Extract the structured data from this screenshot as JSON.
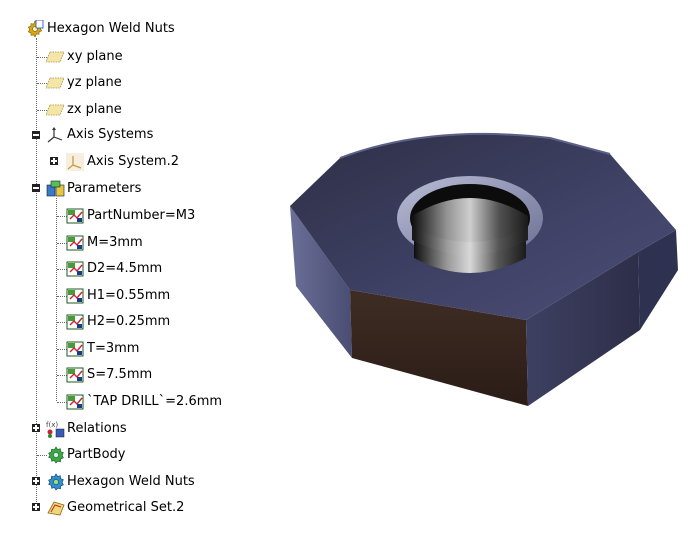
{
  "tree": {
    "root": {
      "label": "Hexagon Weld Nuts",
      "icon": "part-gear-icon"
    },
    "planes": [
      {
        "label": "xy plane",
        "icon": "plane-icon"
      },
      {
        "label": "yz plane",
        "icon": "plane-icon"
      },
      {
        "label": "zx plane",
        "icon": "plane-icon"
      }
    ],
    "axis_systems": {
      "label": "Axis Systems",
      "icon": "axis-systems-icon",
      "children": [
        {
          "label": "Axis System.2",
          "icon": "axis-system-icon"
        }
      ]
    },
    "parameters": {
      "label": "Parameters",
      "icon": "parameters-icon",
      "items": [
        {
          "label": "PartNumber=M3"
        },
        {
          "label": "M=3mm"
        },
        {
          "label": "D2=4.5mm"
        },
        {
          "label": "H1=0.55mm"
        },
        {
          "label": "H2=0.25mm"
        },
        {
          "label": "T=3mm"
        },
        {
          "label": "S=7.5mm"
        },
        {
          "label": "`TAP DRILL`=2.6mm"
        }
      ]
    },
    "relations": {
      "label": "Relations",
      "icon": "relations-icon"
    },
    "partbody": {
      "label": "PartBody",
      "icon": "partbody-icon"
    },
    "hexagon_body": {
      "label": "Hexagon Weld Nuts",
      "icon": "body-icon"
    },
    "geometrical_set": {
      "label": "Geometrical Set.2",
      "icon": "geometrical-set-icon"
    }
  },
  "model": {
    "name": "hexagon-weld-nut-3d-model",
    "colors": {
      "top": "#3c3d5e",
      "front": "#3b2a22",
      "side": "#55597a",
      "hole": "#b8b8b8"
    }
  }
}
